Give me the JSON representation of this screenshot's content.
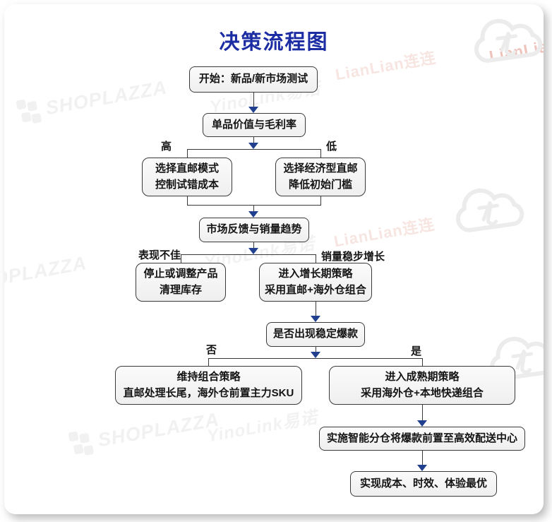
{
  "title": "决策流程图",
  "colors": {
    "title": "#1c2da4",
    "arrow": "#20408f",
    "box_border": "#3a3a3a",
    "box_fill": "#f2f2f2",
    "connector": "#3a3a3a",
    "watermark_gray": "#f1f1f1",
    "watermark_pink": "#efc3bc"
  },
  "flowchart": {
    "nodes": {
      "start": {
        "lines": [
          "开始：新品/新市场测试"
        ]
      },
      "value_margin": {
        "lines": [
          "单品价值与毛利率"
        ]
      },
      "direct_mail": {
        "lines": [
          "选择直邮模式",
          "控制试错成本"
        ]
      },
      "economy_mail": {
        "lines": [
          "选择经济型直邮",
          "降低初始门槛"
        ]
      },
      "market_feedback": {
        "lines": [
          "市场反馈与销量趋势"
        ]
      },
      "stop_adjust": {
        "lines": [
          "停止或调整产品",
          "清理库存"
        ]
      },
      "growth_strategy": {
        "lines": [
          "进入增长期策略",
          "采用直邮+海外仓组合"
        ]
      },
      "hot_question": {
        "lines": [
          "是否出现稳定爆款"
        ]
      },
      "maintain_combo": {
        "lines": [
          "维持组合策略",
          "直邮处理长尾，海外仓前置主力SKU"
        ]
      },
      "mature_strategy": {
        "lines": [
          "进入成熟期策略",
          "采用海外仓+本地快递组合"
        ]
      },
      "smart_warehouse": {
        "lines": [
          "实施智能分仓将爆款前置至高效配送中心"
        ]
      },
      "optimal_result": {
        "lines": [
          "实现成本、时效、体验最优"
        ]
      }
    },
    "branch_labels": {
      "high": "高",
      "low": "低",
      "poor": "表现不佳",
      "steady": "销量稳步增长",
      "no": "否",
      "yes": "是"
    }
  },
  "watermarks": {
    "shoplazza": "SHOPLAZZA",
    "yinolink": "YinoLink易诺",
    "lianlian": "LianLian连连"
  }
}
